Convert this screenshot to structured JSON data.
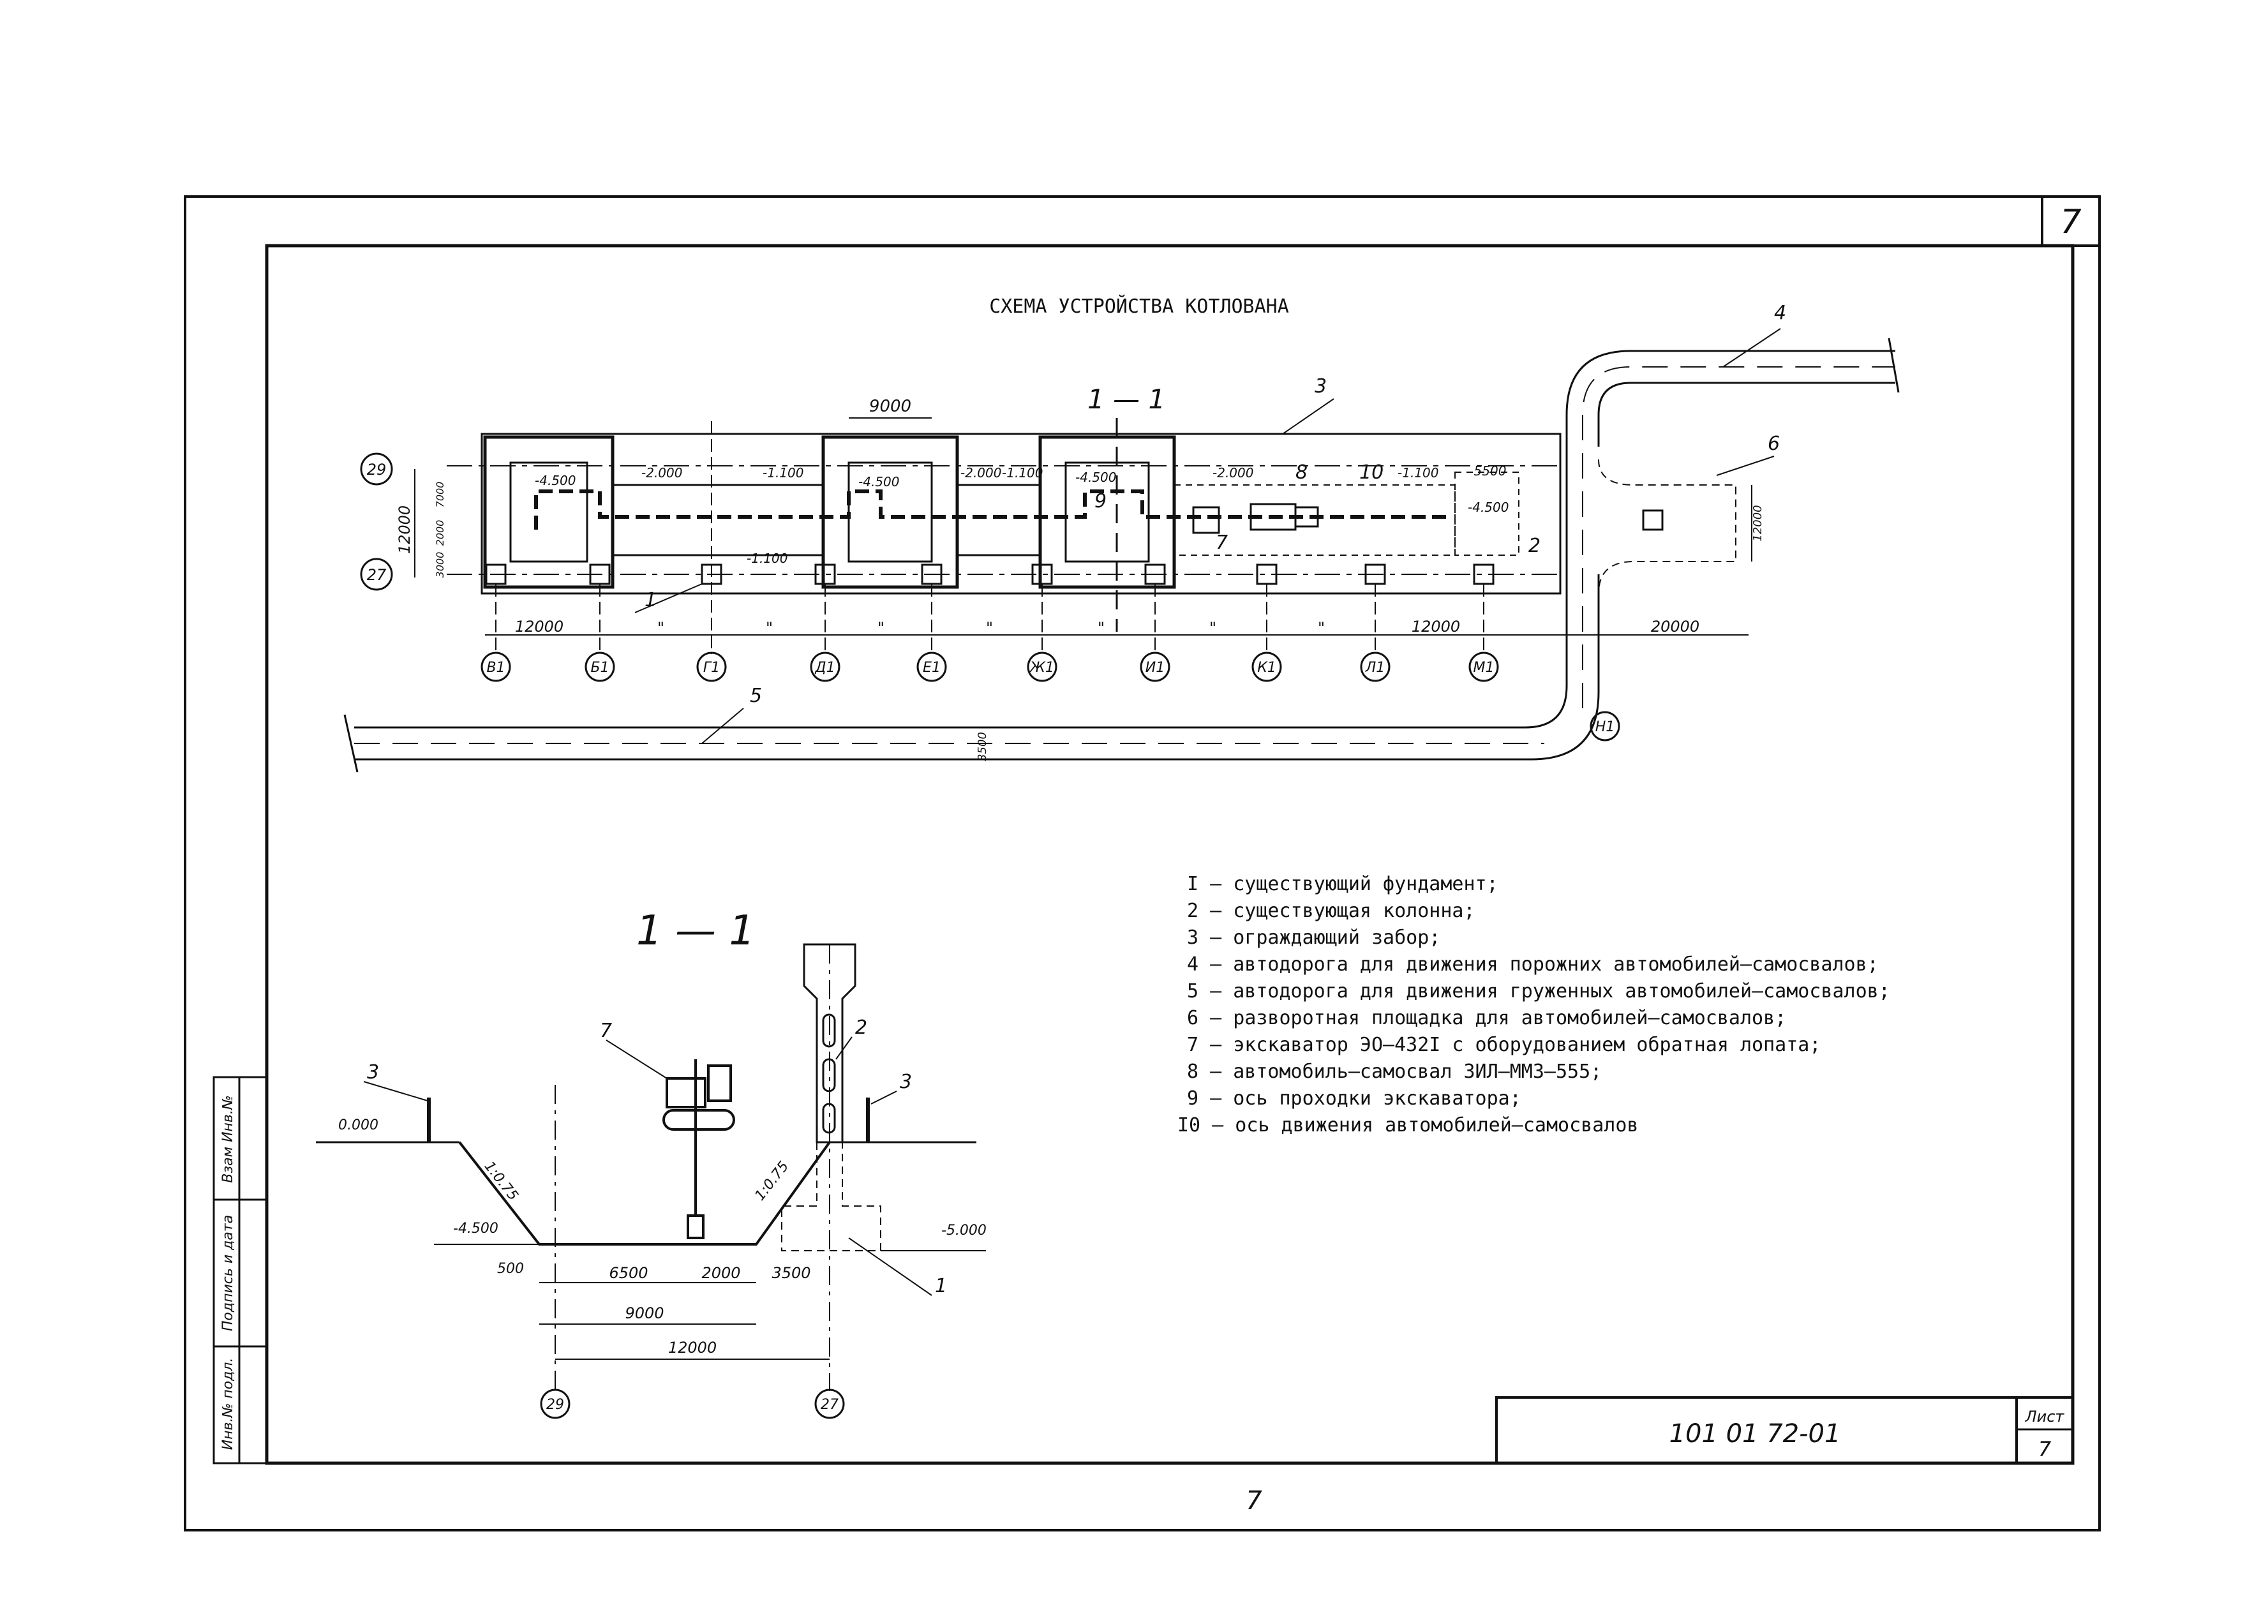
{
  "sheet": {
    "corner_number": "7",
    "title": "СХЕМА УСТРОЙСТВА КОТЛОВАНА",
    "doc_code": "101 01 72-01",
    "list_label": "Лист",
    "list_number": "7",
    "page_number": "7",
    "side_stamp": [
      "Инв.№ подл.",
      "Подпись и дата",
      "Взам Инв.№"
    ]
  },
  "plan": {
    "section_mark": "1 — 1",
    "axis_rows": [
      "29",
      "27"
    ],
    "axis_cols": [
      "В1",
      "Б1",
      "Г1",
      "Д1",
      "Е1",
      "Ж1",
      "И1",
      "К1",
      "Л1",
      "М1",
      "Н1"
    ],
    "dims": {
      "left": "12000",
      "right": "12000",
      "road_turn": "20000",
      "pit_top": "9000",
      "height_total": "12000",
      "h1": "7000",
      "h2": "2000",
      "h3": "3000",
      "road_width": "3500",
      "pad_width": "5500",
      "pad_height": "12000",
      "ditto": "\""
    },
    "levels": [
      "-4.500",
      "-2.000",
      "-1.100",
      "-4.500",
      "-2.000",
      "-1.100",
      "-4.500",
      "-2.000",
      "-1.100",
      "-4.500",
      "-1.100"
    ],
    "callouts": [
      "1",
      "3",
      "4",
      "5",
      "6",
      "7",
      "8",
      "9",
      "10",
      "2"
    ]
  },
  "section": {
    "title": "1 — 1",
    "level_zero": "0.000",
    "level_left": "-4.500",
    "level_right": "-5.000",
    "slope_left": "1:0.75",
    "slope_right": "1:0.75",
    "dims": [
      "500",
      "6500",
      "2000",
      "3500",
      "9000",
      "12000"
    ],
    "axes": [
      "29",
      "27"
    ],
    "callouts": [
      "3",
      "7",
      "2",
      "3",
      "1"
    ]
  },
  "legend": [
    "I – существующий фундамент;",
    "2 – существующая колонна;",
    "3 – ограждающий забор;",
    "4 – автодорога для движения порожних автомобилей–самосвалов;",
    "5 – автодорога для движения груженных автомобилей–самосвалов;",
    "6 – разворотная площадка для автомобилей–самосвалов;",
    "7 – экскаватор ЭО–432I с оборудованием обратная лопата;",
    "8 – автомобиль–самосвал ЗИЛ–ММЗ–555;",
    "9 – ось проходки экскаватора;",
    "I0 – ось движения автомобилей–самосвалов"
  ]
}
